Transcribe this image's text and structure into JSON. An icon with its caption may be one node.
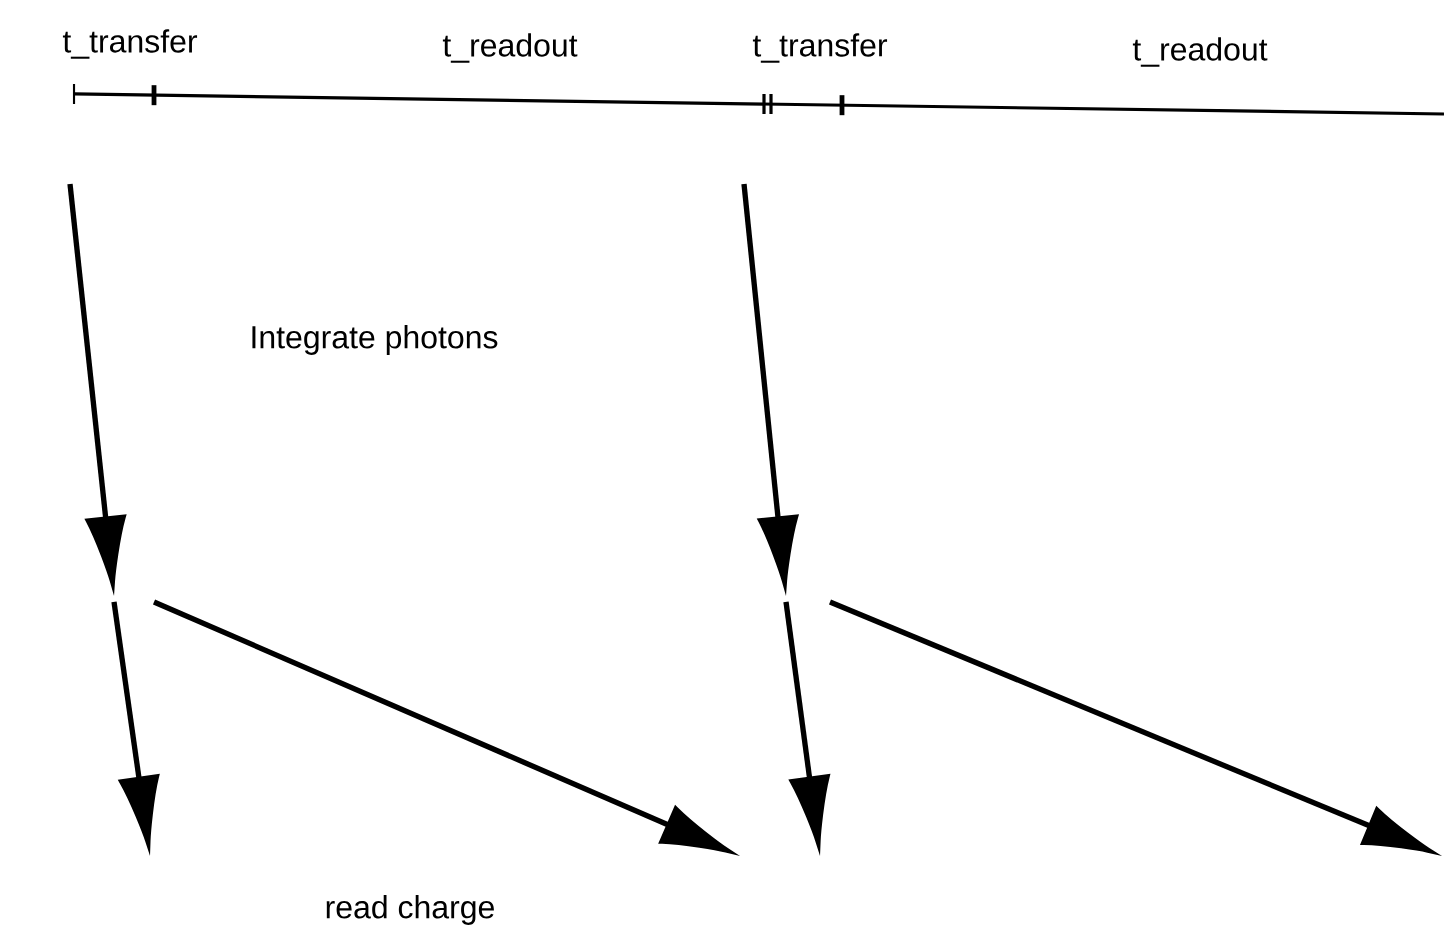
{
  "diagram": {
    "labels": [
      "t_transfer",
      "t_readout",
      "t_transfer",
      "t_readout",
      "Integrate photons",
      "read charge"
    ]
  }
}
